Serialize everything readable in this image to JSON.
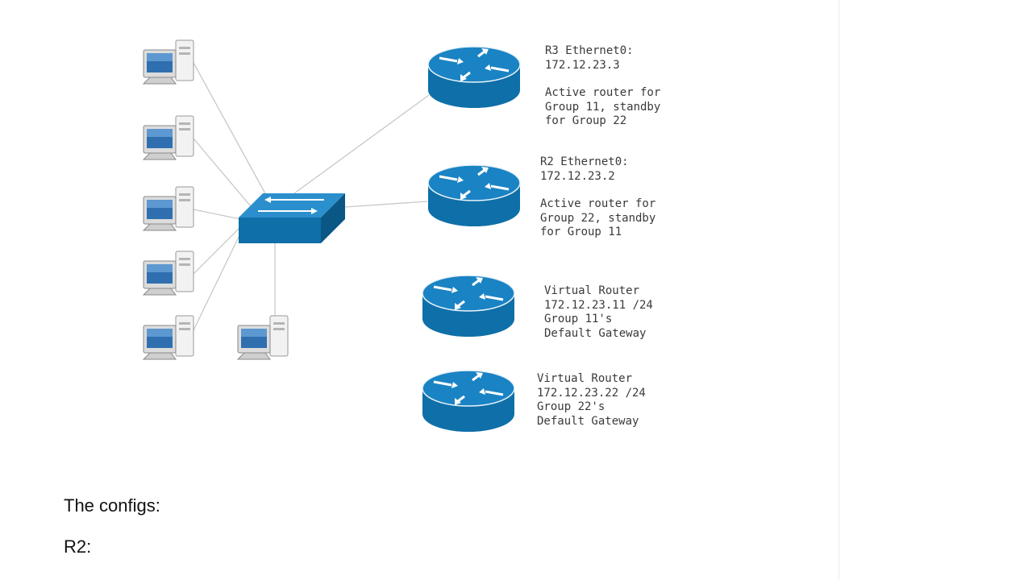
{
  "diagram": {
    "r3_label": {
      "line1": "R3 Ethernet0:",
      "line2": "172.12.23.3",
      "line3": "Active router for",
      "line4": "Group 11, standby",
      "line5": "for Group 22"
    },
    "r2_label": {
      "line1": "R2 Ethernet0:",
      "line2": "172.12.23.2",
      "line3": "Active router for",
      "line4": "Group 22, standby",
      "line5": "for Group 11"
    },
    "vr11_label": {
      "line1": "Virtual Router",
      "line2": "172.12.23.11 /24",
      "line3": "Group 11's",
      "line4": "Default Gateway"
    },
    "vr22_label": {
      "line1": "Virtual Router",
      "line2": "172.12.23.22 /24",
      "line3": "Group 22's",
      "line4": "Default Gateway"
    }
  },
  "document": {
    "configs_heading": "The configs:",
    "r2_heading": "R2:"
  },
  "colors": {
    "router": "#0f6fa8",
    "router_dark": "#0a5785",
    "link": "#c8c8c8"
  }
}
